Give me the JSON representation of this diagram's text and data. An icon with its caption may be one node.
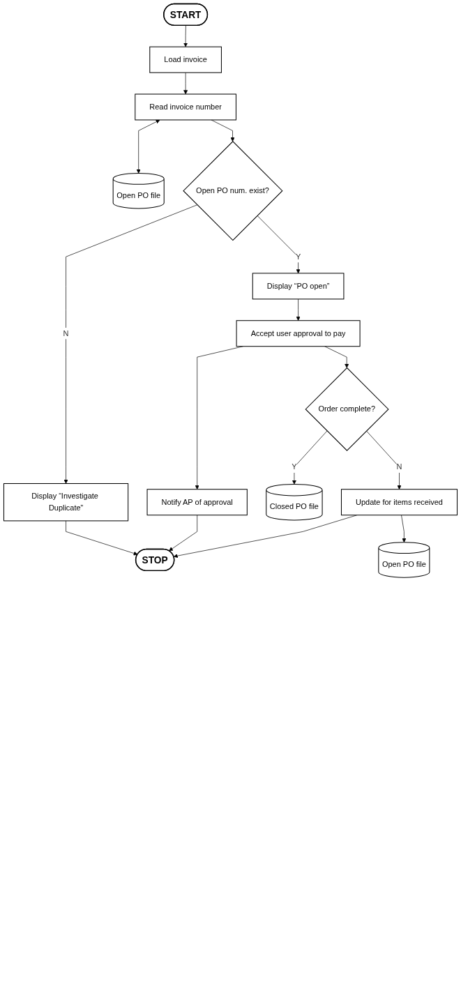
{
  "diagram": {
    "nodes": [
      {
        "text": [
          "START"
        ]
      },
      {
        "text": [
          "Load invoice"
        ]
      },
      {
        "text": [
          "Read invoice number"
        ]
      },
      {
        "text": [
          "Open PO file"
        ]
      },
      {
        "text": [
          "Open PO num. exist?"
        ]
      },
      {
        "text": [
          "Display “Investigate Duplicate”"
        ]
      },
      {
        "text": [
          "Display “PO open”"
        ]
      },
      {
        "text": [
          "Accept user approval to pay"
        ]
      },
      {
        "text": [
          "Notify AP of approval"
        ]
      },
      {
        "text": [
          "Order complete?"
        ]
      },
      {
        "text": [
          "Closed PO file"
        ]
      },
      {
        "text": [
          "Update for items received"
        ]
      },
      {
        "text": [
          "Open PO file"
        ]
      },
      {
        "text": [
          "STOP"
        ]
      }
    ],
    "edges": [
      {
        "from": 0,
        "to": 1,
        "arrow": "to"
      },
      {
        "from": 1,
        "to": 2,
        "arrow": "to"
      },
      {
        "from": 2,
        "to": 3,
        "arrow": "both"
      },
      {
        "from": 2,
        "to": 4,
        "arrow": "to"
      },
      {
        "from": 4,
        "to": 5,
        "arrow": "to",
        "label": "N"
      },
      {
        "from": 4,
        "to": 6,
        "arrow": "to",
        "label": "Y"
      },
      {
        "from": 6,
        "to": 7,
        "arrow": "to"
      },
      {
        "from": 7,
        "to": 8,
        "arrow": "to"
      },
      {
        "from": 7,
        "to": 9,
        "arrow": "to"
      },
      {
        "from": 9,
        "to": 10,
        "arrow": "to",
        "label": "Y"
      },
      {
        "from": 9,
        "to": 11,
        "arrow": "to",
        "label": "N"
      },
      {
        "from": 11,
        "to": 12,
        "arrow": "to"
      },
      {
        "from": 11,
        "to": 13,
        "arrow": "to"
      },
      {
        "from": 8,
        "to": 13,
        "arrow": "to"
      },
      {
        "from": 5,
        "to": 13,
        "arrow": "to"
      }
    ]
  }
}
